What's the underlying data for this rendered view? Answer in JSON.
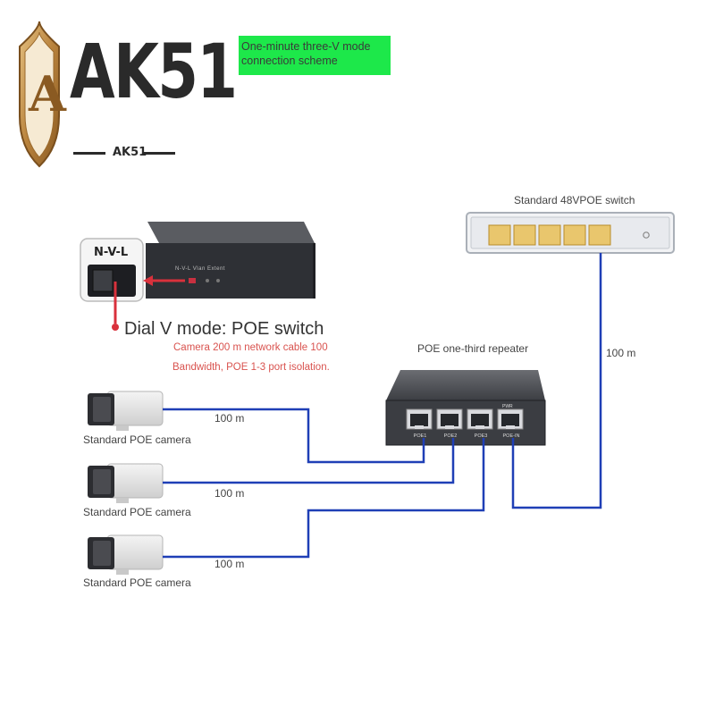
{
  "logo": {
    "brand": "AK51",
    "sub": "AK51",
    "shield_letter": "A",
    "colors": {
      "gold": "#c8964a",
      "dark": "#2a2a2a"
    }
  },
  "header_box": {
    "text_line1": "One-minute three-V mode",
    "text_line2": "connection scheme",
    "color": "#1de84a"
  },
  "switch_top": {
    "label": "Standard 48VPOE switch",
    "port_count": 5
  },
  "uplink_label": "100 m",
  "repeater": {
    "label": "POE one-third repeater",
    "port_labels": [
      "POE1",
      "POE2",
      "POE3",
      "POE-IN"
    ],
    "pwr_label": "PWR"
  },
  "inset": {
    "switch_label": "N-V-L",
    "device_print": "N-V-L  Vlan Extent",
    "mode_title": "Dial V mode: POE switch",
    "note_line1": "Camera 200 m network cable 100",
    "note_line2": "Bandwidth, POE 1-3 port isolation.",
    "arrow_color": "#d9313c"
  },
  "cameras": [
    {
      "label": "Standard POE camera",
      "cable_label": "100 m"
    },
    {
      "label": "Standard POE camera",
      "cable_label": "100 m"
    },
    {
      "label": "Standard POE camera",
      "cable_label": "100 m"
    }
  ],
  "cable_color": "#1f3fb6"
}
